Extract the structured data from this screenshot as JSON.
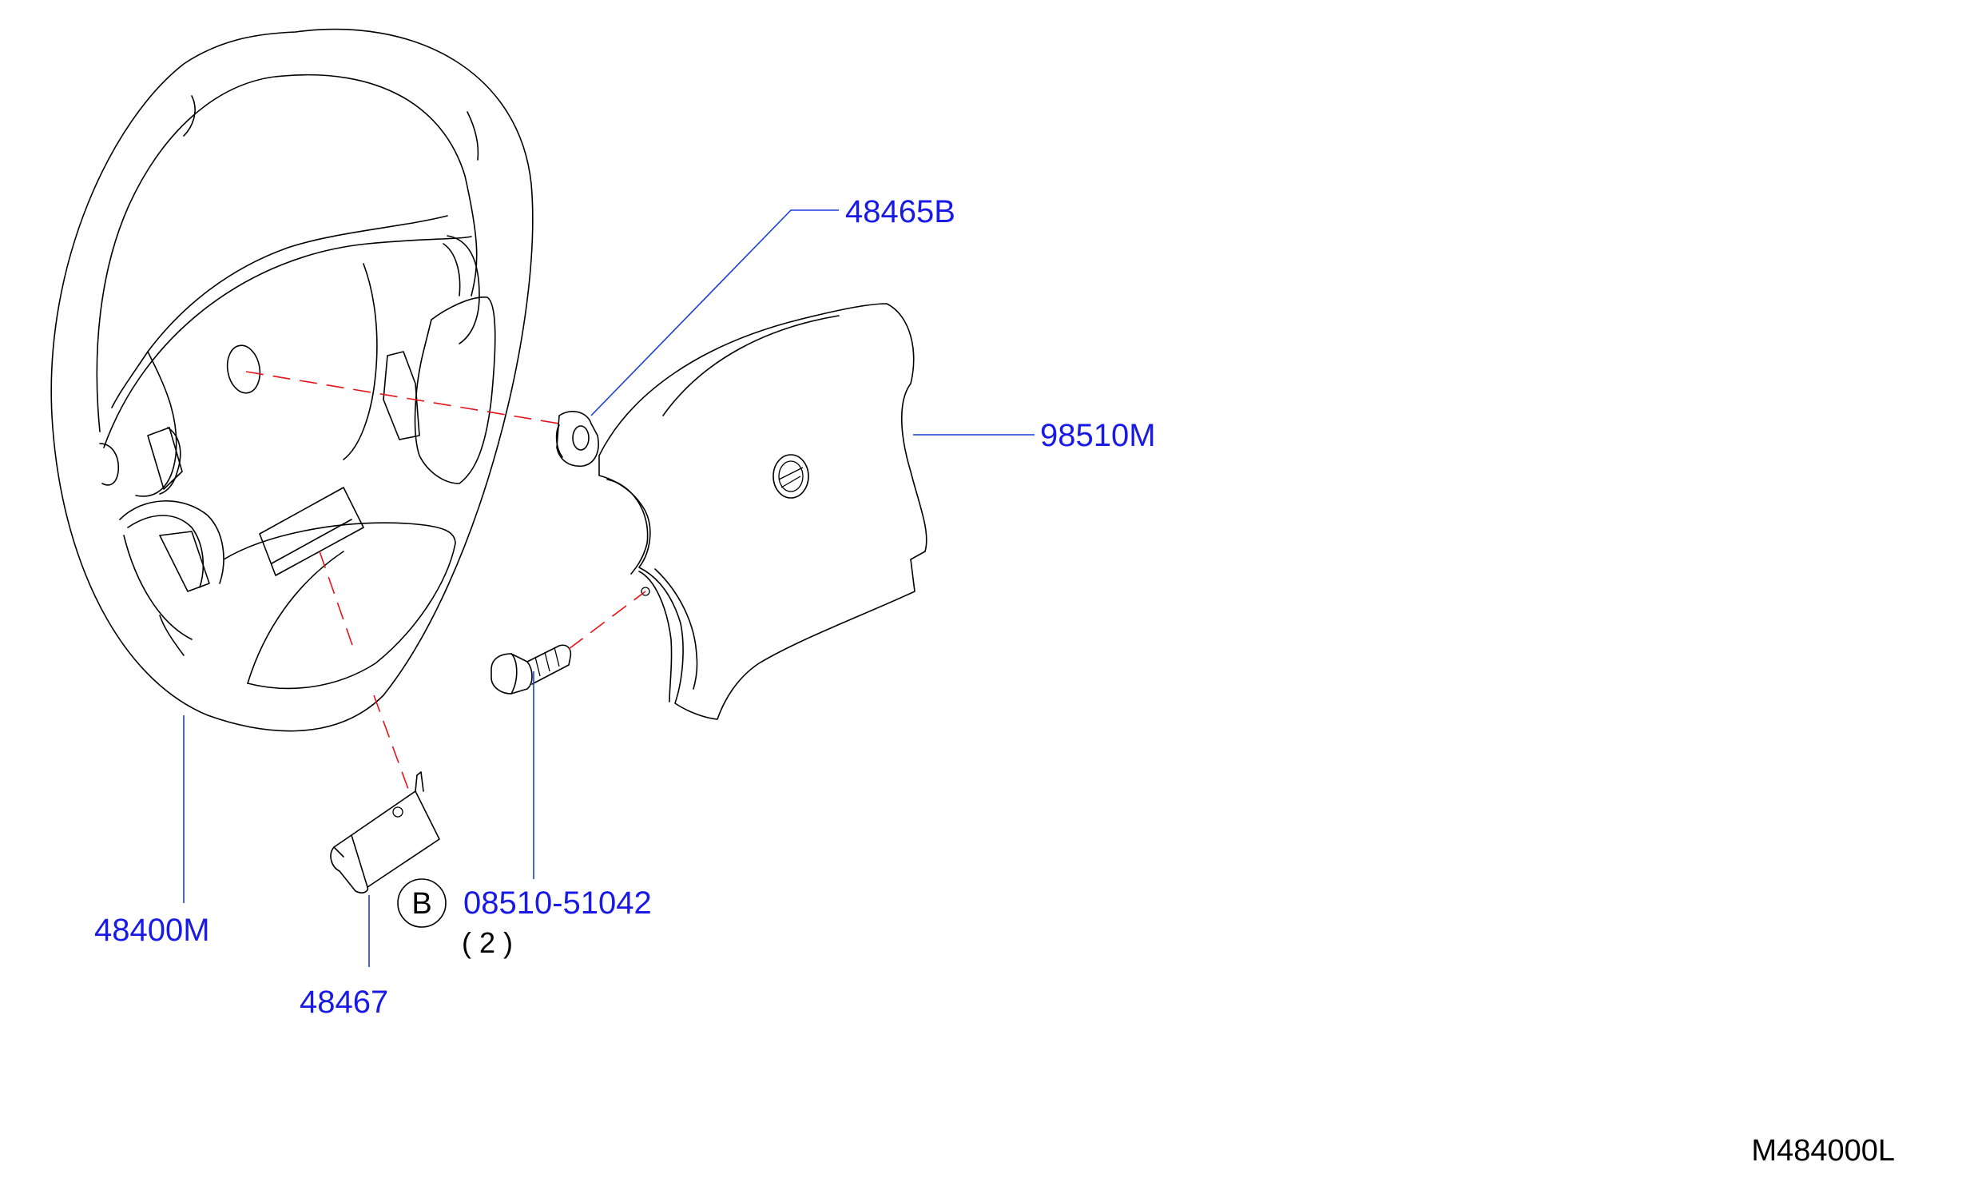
{
  "colors": {
    "label": "#1a1ae6",
    "leader": "#1a3fd6",
    "centerline": "#e8121a",
    "line": "#000000"
  },
  "parts": {
    "steering_wheel": "48400M",
    "plug": "48465B",
    "horn_pad": "98510M",
    "bolt": "08510-51042",
    "bracket": "48467"
  },
  "bolt_quantity": "( 2 )",
  "bolt_callout_marker": "B",
  "drawing_code": "M484000L"
}
